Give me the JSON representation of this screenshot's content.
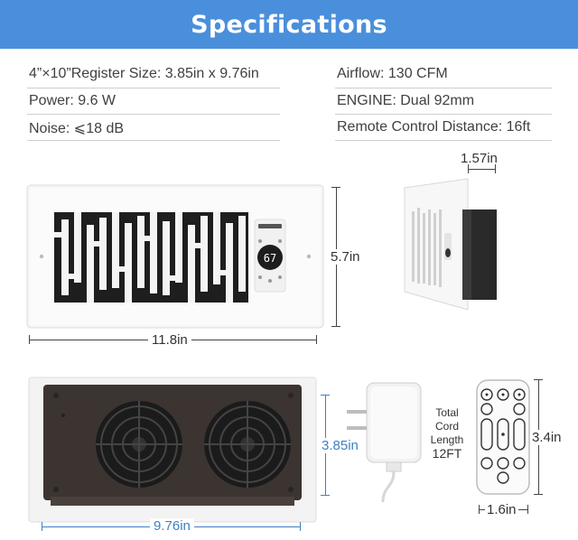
{
  "header": {
    "title": "Specifications"
  },
  "specs": {
    "left": [
      "4”×10”Register Size: 3.85in x 9.76in",
      "Power: 9.6 W",
      "Noise: ⩽18 dB"
    ],
    "right": [
      "Airflow: 130 CFM",
      "ENGINE: Dual 92mm",
      "Remote Control Distance: 16ft"
    ]
  },
  "dimensions": {
    "front_width": "11.8in",
    "front_height": "5.7in",
    "side_depth": "1.57in",
    "back_height": "3.85in",
    "back_width": "9.76in",
    "remote_height": "3.4in",
    "remote_width": "1.6in"
  },
  "cord": {
    "line1": "Total",
    "line2": "Cord",
    "line3": "Length",
    "line4": "12FT"
  },
  "display": {
    "temperature": "67"
  },
  "colors": {
    "banner": "#4a8fdc",
    "accent_blue": "#3f7fc6"
  }
}
